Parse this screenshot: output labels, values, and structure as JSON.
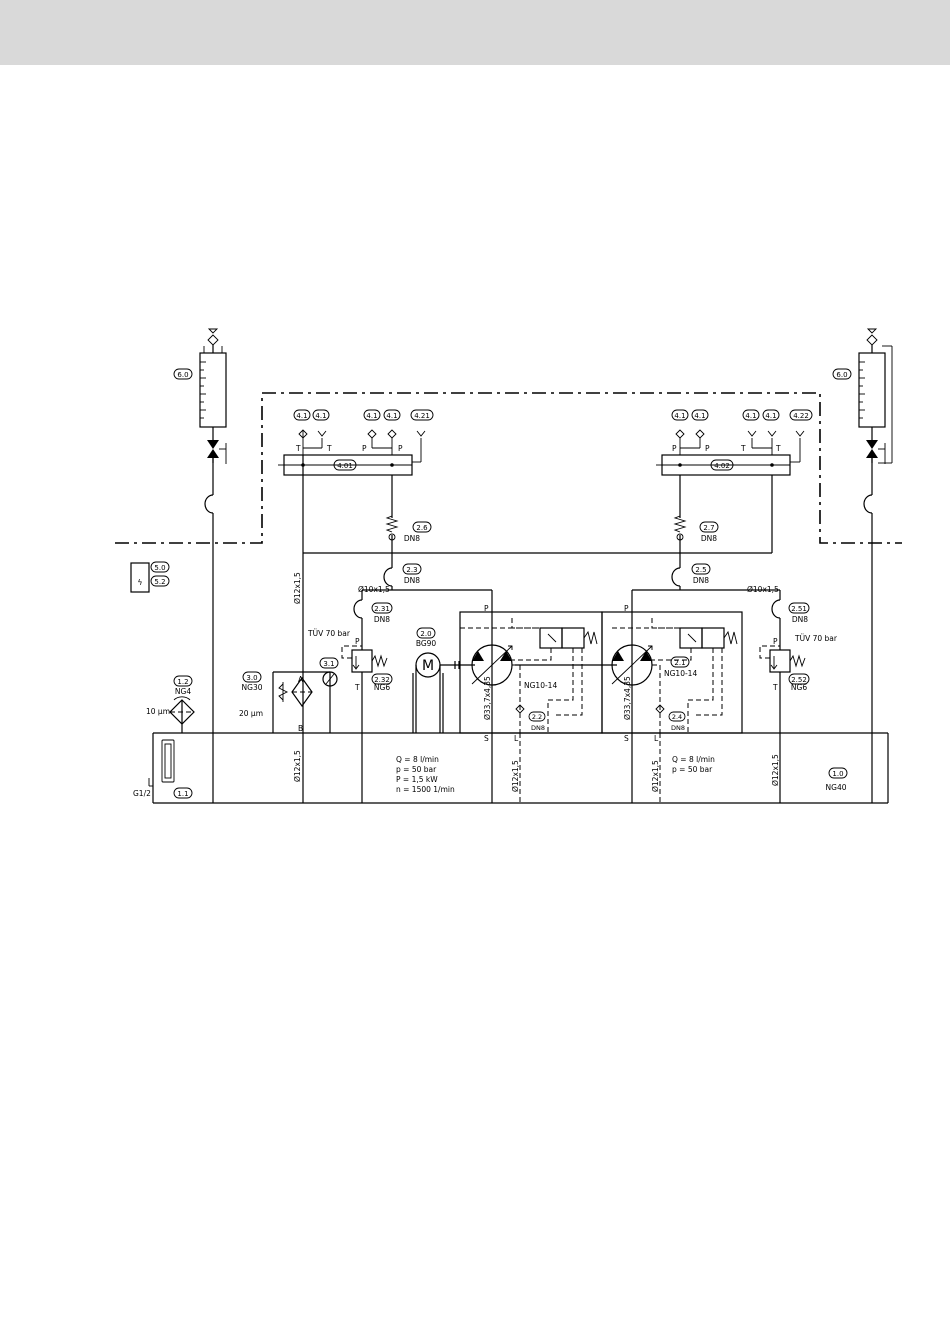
{
  "labels": {
    "6_0_left": "6.0",
    "6_0_right": "6.0",
    "4_01": "4.01",
    "4_02": "4.02",
    "4_1": "4.1",
    "4_21": "4.21",
    "4_22": "4.22",
    "2_6": "2.6",
    "2_7": "2.7",
    "2_3": "2.3",
    "2_5": "2.5",
    "2_31": "2.31",
    "2_51": "2.51",
    "2_32": "2.32",
    "2_52": "2.52",
    "3_0": "3.0",
    "3_1": "3.1",
    "2_0": "2.0",
    "2_1": "2.1",
    "2_2": "2.2",
    "2_4": "2.4",
    "1_0": "1.0",
    "1_1": "1.1",
    "1_2": "1.2",
    "5_0": "5.0",
    "5_2": "5.2"
  },
  "texts": {
    "dn8": "DN8",
    "ng30": "NG30",
    "ng4": "NG4",
    "ng6": "NG6",
    "ng40": "NG40",
    "ng10_14": "NG10-14",
    "bg90": "BG90",
    "tuv": "TÜV 70 bar",
    "pipe_10": "Ø10x1,5",
    "pipe_12": "Ø12x1,5",
    "pipe_33": "Ø33,7x4,35",
    "micron_10": "10 µm",
    "micron_20": "20 µm",
    "g12": "G1/2",
    "motor": "M",
    "port_P": "P",
    "port_T": "T",
    "port_A": "A",
    "port_B": "B",
    "port_S": "S",
    "port_L": "L",
    "bolt": "ϟ"
  },
  "specs_left": [
    "Q = 8 l/min",
    "p = 50 bar",
    "P = 1,5 kW",
    "n = 1500 1/min"
  ],
  "specs_right": [
    "Q = 8 l/min",
    "p = 50 bar"
  ]
}
